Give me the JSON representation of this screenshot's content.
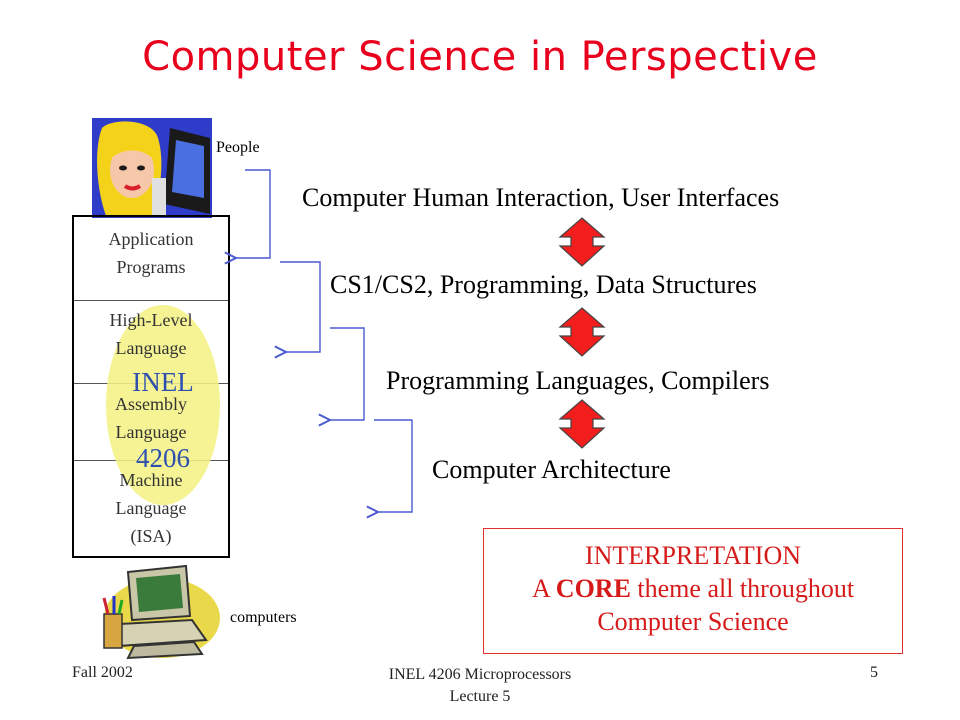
{
  "slide": {
    "title": "Computer Science in Perspective",
    "people_label": "People",
    "computers_label": "computers",
    "layers": [
      "Application Programs",
      "High-Level Language",
      "Assembly Language",
      "Machine Language (ISA)"
    ],
    "layer_lines": {
      "app_1": "Application",
      "app_2": "Programs",
      "hll_1": "High-Level",
      "hll_2": "Language",
      "asm_1": "Assembly",
      "asm_2": "Language",
      "mach_1": "Machine",
      "mach_2": "Language",
      "mach_3": "(ISA)"
    },
    "course_label": {
      "line1": "INEL",
      "line2": "4206"
    },
    "topics": [
      "Computer Human Interaction, User Interfaces",
      "CS1/CS2, Programming, Data Structures",
      "Programming Languages, Compilers",
      "Computer Architecture"
    ],
    "interpretation": {
      "line1": "INTERPRETATION",
      "line2_prefix": "A ",
      "line2_bold": "CORE",
      "line2_suffix": " theme all throughout",
      "line3": "Computer Science"
    }
  },
  "footer": {
    "left": "Fall 2002",
    "center_1": "INEL 4206 Microprocessors",
    "center_2": "Lecture 5",
    "page": "5"
  },
  "colors": {
    "title": "#e8001c",
    "arrow_fill": "#f21d1d",
    "connector": "#4a5acf",
    "oval": "#f4f185",
    "oval_text": "#2f4fb0"
  },
  "icons": [
    "woman-at-computer-icon",
    "desktop-computer-icon"
  ]
}
